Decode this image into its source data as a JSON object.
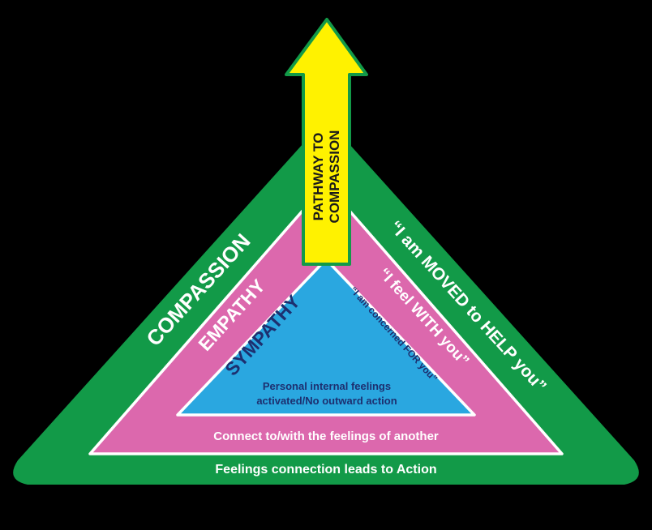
{
  "diagram": {
    "colors": {
      "background": "#000000",
      "compassion_layer": "#129a48",
      "empathy_layer": "#dc68ad",
      "sympathy_layer": "#2aa7e0",
      "arrow_fill": "#fff200",
      "outline": "#ffffff",
      "label_light": "#ffffff",
      "label_dark": "#1d2f6f",
      "arrow_text": "#1a1a1a"
    },
    "compassion": {
      "title": "COMPASSION",
      "quote": "“I am MOVED to HELP you”",
      "description": "Feelings connection leads to Action"
    },
    "empathy": {
      "title": "EMPATHY",
      "quote": "“I feel WITH you”",
      "description": "Connect to/with the feelings of another"
    },
    "sympathy": {
      "title": "SYMPATHY",
      "quote": "“I am concerned FOR you”",
      "description_line1": "Personal internal feelings",
      "description_line2": "activated/No outward action"
    },
    "arrow": {
      "line1": "PATHWAY TO",
      "line2": "COMPASSION"
    }
  }
}
